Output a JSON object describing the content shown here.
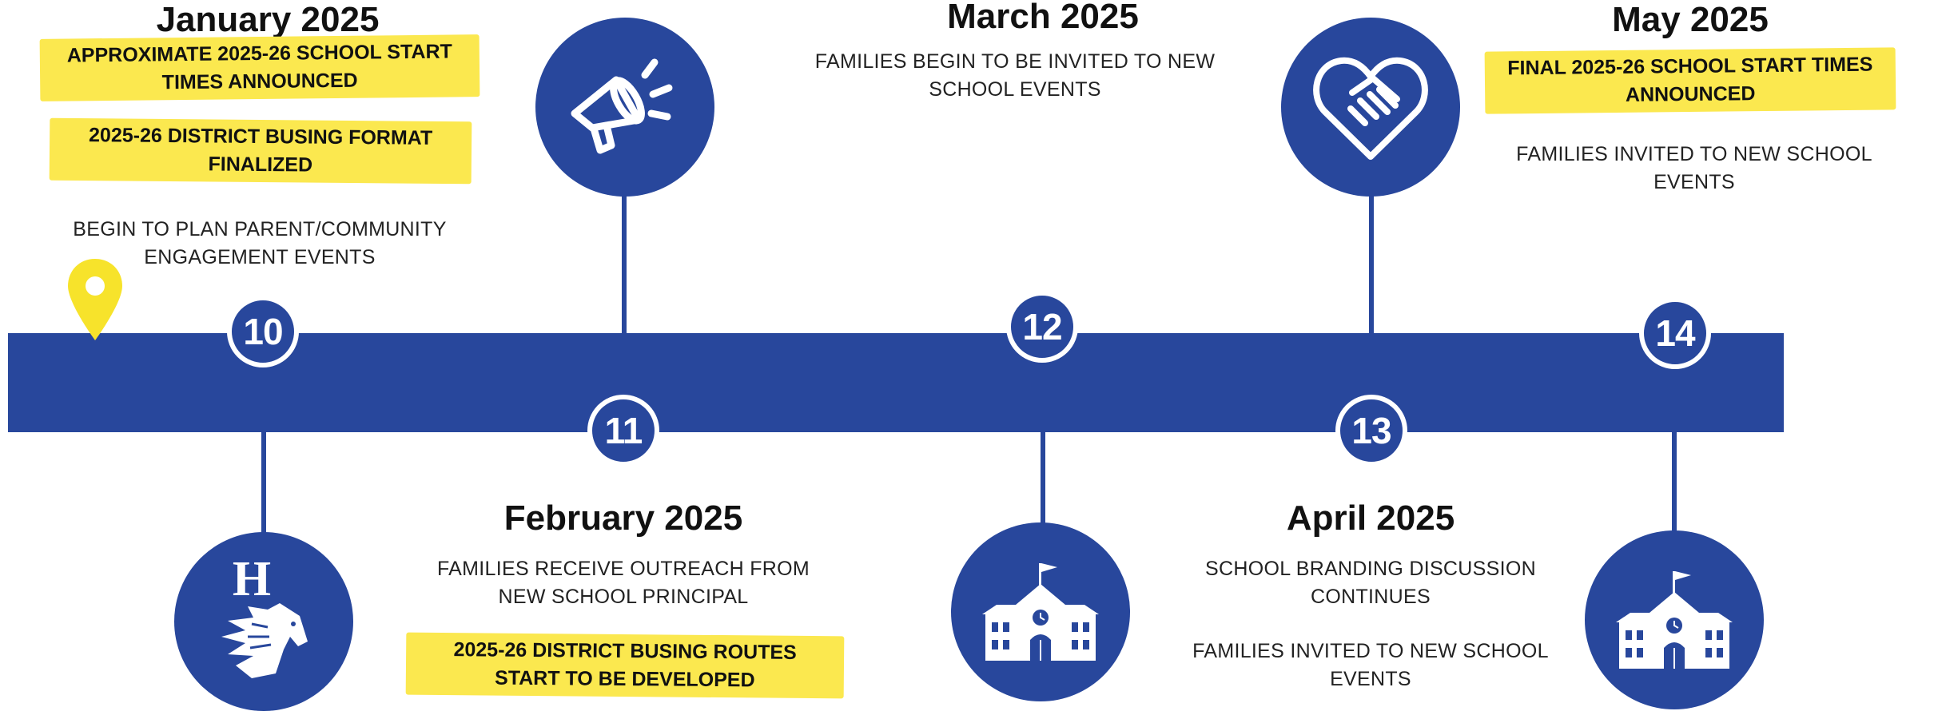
{
  "colors": {
    "band": "#28479c",
    "highlight": "#fbe84f",
    "pin": "#f7e32b",
    "text": "#222222"
  },
  "icons": [
    "location-pin-icon",
    "hornet-mascot-icon",
    "megaphone-icon",
    "school-building-icon",
    "handshake-heart-icon"
  ],
  "milestones": [
    {
      "number": "10",
      "title": "January 2025",
      "highlights": [
        "APPROXIMATE 2025-26 SCHOOL START TIMES ANNOUNCED",
        "2025-26 DISTRICT BUSING FORMAT FINALIZED"
      ],
      "notes": [
        "BEGIN TO PLAN PARENT/COMMUNITY ENGAGEMENT EVENTS"
      ],
      "mascot_letter": "H"
    },
    {
      "number": "11",
      "title": "February 2025",
      "notes": [
        "FAMILIES RECEIVE OUTREACH FROM NEW SCHOOL PRINCIPAL"
      ],
      "highlights": [
        "2025-26 DISTRICT BUSING ROUTES START TO BE DEVELOPED"
      ]
    },
    {
      "number": "12",
      "title": "March 2025",
      "notes": [
        "FAMILIES BEGIN TO BE INVITED TO NEW SCHOOL EVENTS"
      ]
    },
    {
      "number": "13",
      "title": "April 2025",
      "notes": [
        "SCHOOL BRANDING DISCUSSION CONTINUES",
        "FAMILIES INVITED TO NEW SCHOOL EVENTS"
      ]
    },
    {
      "number": "14",
      "title": "May 2025",
      "highlights": [
        "FINAL 2025-26 SCHOOL START TIMES ANNOUNCED"
      ],
      "notes": [
        "FAMILIES INVITED TO NEW SCHOOL EVENTS"
      ]
    }
  ]
}
